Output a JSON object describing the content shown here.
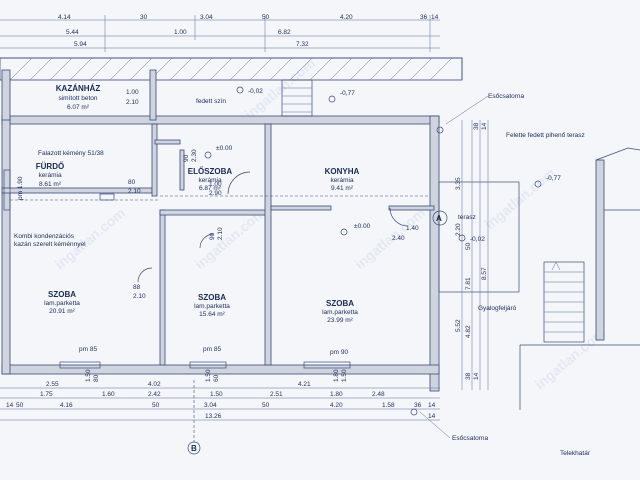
{
  "top_dims": {
    "row1": [
      "5.44",
      "1.00",
      "6.82"
    ],
    "row2": [
      "5.94",
      "7.32"
    ],
    "row0": [
      "4.14",
      "30",
      "3.04",
      "50",
      "4.20",
      "36",
      "14"
    ]
  },
  "bottom_dims": {
    "row1": [
      "2.55",
      "4.02",
      "4.21"
    ],
    "row2": [
      "1.75",
      "1.60",
      "2.42",
      "1.50",
      "2.51",
      "1.80",
      "2.48"
    ],
    "row3": [
      "14",
      "50",
      "4.16",
      "50",
      "3.04",
      "50",
      "4.20",
      "1.58",
      "36",
      "14"
    ],
    "row4": [
      "13.26",
      "14"
    ]
  },
  "rooms": {
    "kazanhaz": {
      "name": "KAZÁNHÁZ",
      "floor": "simított beton",
      "area": "6.07 m²"
    },
    "furdo": {
      "name": "FÜRDŐ",
      "floor": "kerámia",
      "area": "8.61 m²"
    },
    "eloszoba": {
      "name": "ELŐSZOBA",
      "floor": "kerámia",
      "area": "6.87 m²"
    },
    "konyha": {
      "name": "KONYHA",
      "floor": "kerámia",
      "area": "9.41 m²"
    },
    "szoba1": {
      "name": "SZOBA",
      "floor": "lam.parketta",
      "area": "20.91 m²"
    },
    "szoba2": {
      "name": "SZOBA",
      "floor": "lam.parketta",
      "area": "15.64 m²"
    },
    "szoba3": {
      "name": "SZOBA",
      "floor": "lam.parketta",
      "area": "23.99 m²"
    }
  },
  "annotations": {
    "fedett_szin": "fedett szín",
    "escsatorna_top": "Esőcsatorna",
    "escsatorna_bottom": "Esőcsatorna",
    "fedett_piheno": "Felette fedett pihenő terasz",
    "terasz": "terasz",
    "gyalogfeljaro": "Gyalogfeljáró",
    "telekhatar": "Telekhatár",
    "kemeny": "Falazott kémény 51/38",
    "kombi_1": "Kombi kondenzációs",
    "kombi_2": "kazán szerelt kéménnyel"
  },
  "levels": {
    "a": "-0,02",
    "b": "-0,77",
    "c": "±0.00",
    "d": "±0.00",
    "e": "-0,02",
    "f": "-0,77"
  },
  "openings": {
    "w1a": "1.00",
    "w1b": "2.10",
    "d_furdo_a": "80",
    "d_furdo_b": "2.10",
    "d_elo_a": "90",
    "d_elo_b": "2.30",
    "d_elo2_a": "1.00",
    "d_elo2_b": "2.90",
    "d_szoba2_a": "90",
    "d_szoba2_b": "2.10",
    "d_szoba1_a": "88",
    "d_szoba1_b": "2.10",
    "d_terasz_a": "1.40",
    "d_terasz_b": "2.40",
    "pm1": "pm 85",
    "pm2": "pm 85",
    "pm3": "pm 90",
    "pm_left": "pm 1.90",
    "w_bottom1": "1.50",
    "w_bottom2": "80",
    "w_bottom3": "1.50",
    "w_bottom4": "60",
    "w_bottom5": "1.80",
    "w_bottom6": "1.50"
  },
  "right_dims": [
    "3.35",
    "2.20",
    "7.81",
    "8.57",
    "5.52",
    "4.82",
    "38",
    "14",
    "50",
    "38",
    "14"
  ],
  "section_marks": {
    "a": "A",
    "b": "B"
  },
  "watermark": "ingatlan.com"
}
